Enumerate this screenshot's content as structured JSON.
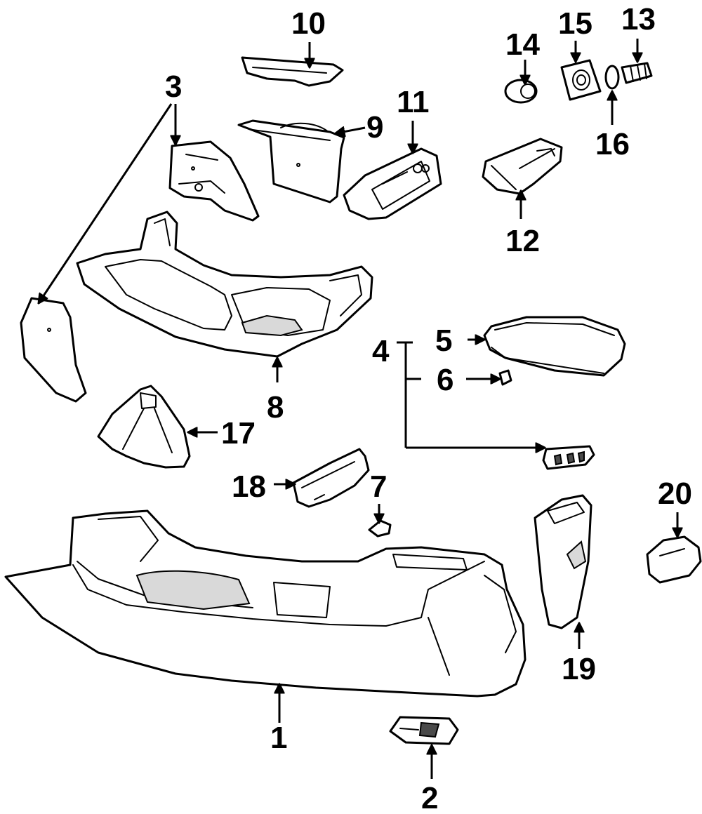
{
  "callouts": {
    "c1": "1",
    "c2": "2",
    "c3": "3",
    "c4": "4",
    "c5": "5",
    "c6": "6",
    "c7": "7",
    "c8": "8",
    "c9": "9",
    "c10": "10",
    "c11": "11",
    "c12": "12",
    "c13": "13",
    "c14": "14",
    "c15": "15",
    "c16": "16",
    "c17": "17",
    "c18": "18",
    "c19": "19",
    "c20": "20"
  },
  "colors": {
    "line": "#000000",
    "background": "#ffffff",
    "shade": "#d9d9d9"
  }
}
